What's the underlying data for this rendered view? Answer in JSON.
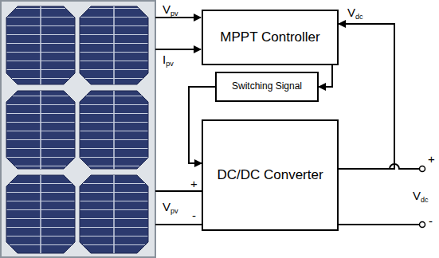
{
  "diagram": {
    "nodes": [
      {
        "text": [
          "MPPT Controller"
        ]
      },
      {
        "text": [
          "Switching Signal"
        ]
      },
      {
        "text": [
          "DC/DC Converter"
        ]
      }
    ],
    "edges": [
      {
        "from": 0,
        "to": 1,
        "arrow": "to"
      },
      {
        "from": 1,
        "to": 2,
        "arrow": "to"
      },
      {
        "from": 2,
        "to": 0,
        "arrow": "to"
      }
    ],
    "labels": [
      "Vpv",
      "Ipv",
      "Vdc",
      "Vpv",
      "+",
      "-",
      "+",
      "Vdc",
      "-"
    ]
  }
}
